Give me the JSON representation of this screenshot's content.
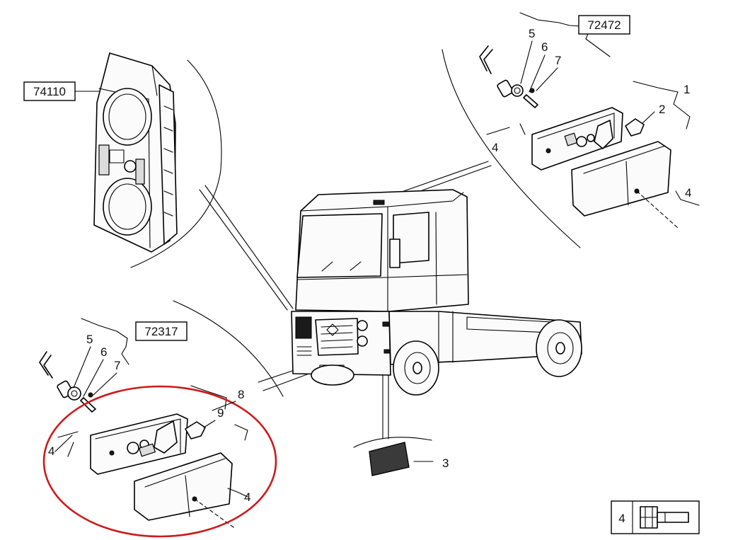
{
  "references": {
    "lamp_housing": "74110",
    "upper_kit": "72472",
    "lower_kit": "72317"
  },
  "callouts": {
    "c1": "1",
    "c2": "2",
    "c3": "3",
    "c4a": "4",
    "c4b": "4",
    "c4c": "4",
    "c4d": "4",
    "c5a": "5",
    "c5b": "5",
    "c6a": "6",
    "c6b": "6",
    "c7a": "7",
    "c7b": "7",
    "c8": "8",
    "c9": "9"
  },
  "legend": {
    "number": "4",
    "icon": "bolt-icon"
  },
  "colors": {
    "line": "#000000",
    "highlight": "#cc1b1b",
    "background": "#ffffff"
  }
}
